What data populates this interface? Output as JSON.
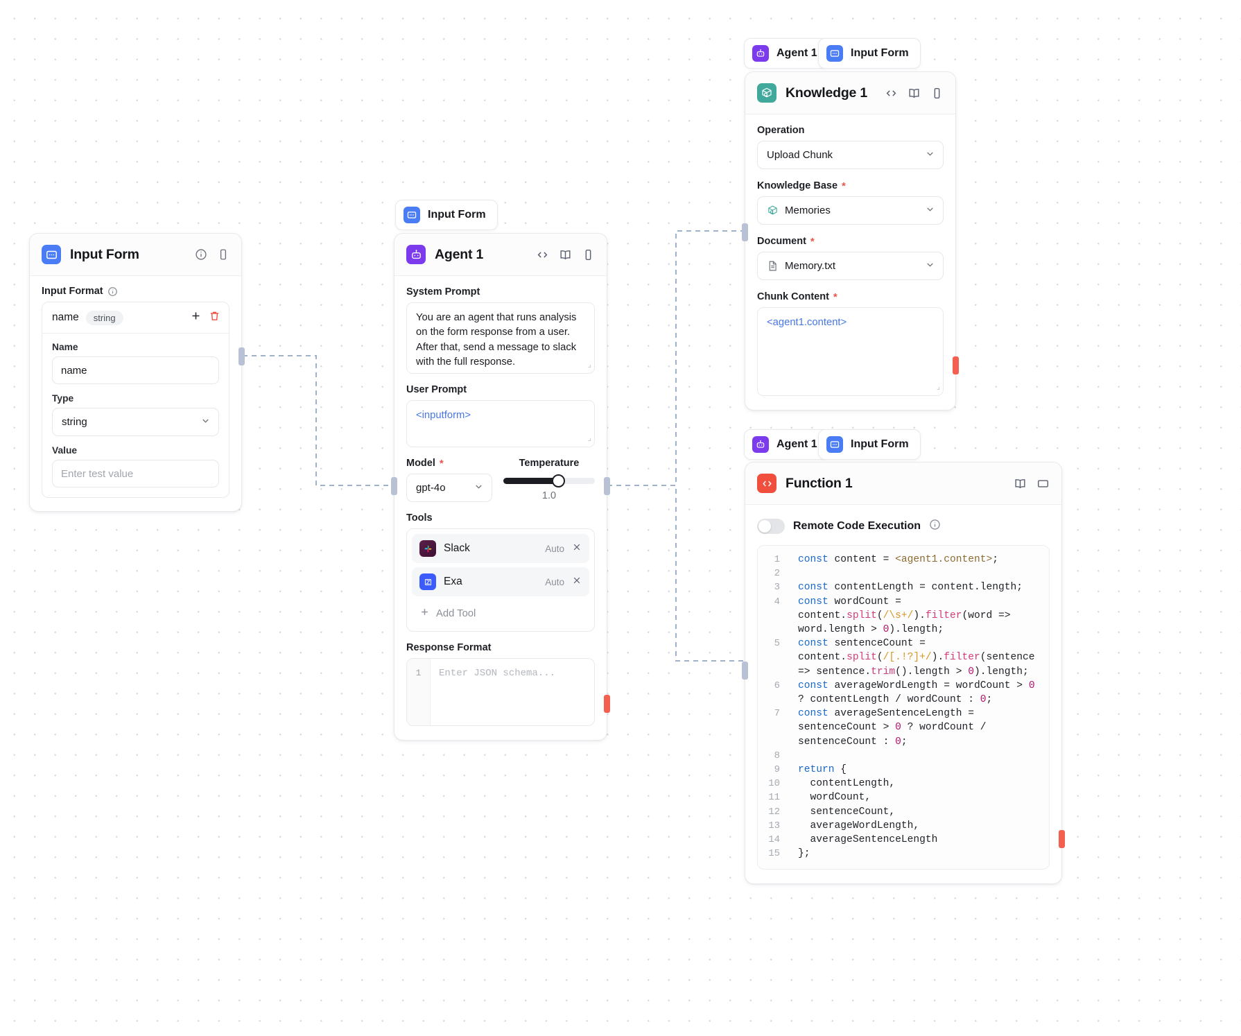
{
  "canvas": {
    "background": "#ffffff",
    "dot_color": "#d6d8dd"
  },
  "colors": {
    "input_form": "#4a7cf6",
    "agent": "#7c3aed",
    "knowledge": "#41a99b",
    "function": "#f04f3e",
    "required_star": "#e8574a",
    "template_token": "#4776e6",
    "handle": "#b8c2d4",
    "handle_output": "#f4604f"
  },
  "nodes": {
    "input_form": {
      "title": "Input Form",
      "icon": "input-form-icon",
      "header_icons": [
        "info-icon",
        "mobile-icon"
      ],
      "section_label": "Input Format",
      "section_info_icon": "info-icon",
      "schema_row": {
        "name": "name",
        "type_pill": "string",
        "add_icon": "plus-icon",
        "delete_icon": "trash-icon"
      },
      "fields": {
        "name_label": "Name",
        "name_value": "name",
        "type_label": "Type",
        "type_value": "string",
        "value_label": "Value",
        "value_placeholder": "Enter test value"
      }
    },
    "agent": {
      "badge_label": "Input Form",
      "badge_icon": "input-form-icon",
      "title": "Agent 1",
      "icon": "agent-icon",
      "header_icons": [
        "code-icon",
        "book-icon",
        "mobile-icon"
      ],
      "system_prompt_label": "System Prompt",
      "system_prompt_value": "You are an agent that runs analysis on the form response from a user. After that, send a message to slack with the full response.",
      "user_prompt_label": "User Prompt",
      "user_prompt_value": "<inputform>",
      "model_label": "Model",
      "model_required": "*",
      "model_value": "gpt-4o",
      "temperature_label": "Temperature",
      "temperature_value": "1.0",
      "temperature_percent": 60,
      "tools_label": "Tools",
      "tools": [
        {
          "name": "Slack",
          "mode": "Auto",
          "icon": "slack-icon",
          "remove_icon": "close-icon"
        },
        {
          "name": "Exa",
          "mode": "Auto",
          "icon": "exa-icon",
          "remove_icon": "close-icon"
        }
      ],
      "add_tool_label": "Add Tool",
      "add_tool_icon": "plus-icon",
      "response_format_label": "Response Format",
      "response_format_gutter": "1",
      "response_format_placeholder": "Enter JSON schema..."
    },
    "knowledge": {
      "badges": [
        {
          "label": "Agent 1",
          "icon": "agent-icon"
        },
        {
          "label": "Input Form",
          "icon": "input-form-icon"
        }
      ],
      "title": "Knowledge 1",
      "icon": "knowledge-icon",
      "header_icons": [
        "code-icon",
        "book-icon",
        "mobile-icon"
      ],
      "operation_label": "Operation",
      "operation_value": "Upload Chunk",
      "kb_label": "Knowledge Base",
      "kb_required": "*",
      "kb_value": "Memories",
      "kb_icon": "knowledge-icon",
      "document_label": "Document",
      "document_required": "*",
      "document_value": "Memory.txt",
      "document_icon": "file-icon",
      "chunk_label": "Chunk Content",
      "chunk_required": "*",
      "chunk_value": "<agent1.content>"
    },
    "function": {
      "badges": [
        {
          "label": "Agent 1",
          "icon": "agent-icon"
        },
        {
          "label": "Input Form",
          "icon": "input-form-icon"
        }
      ],
      "title": "Function 1",
      "icon": "function-icon",
      "header_icons": [
        "book-icon",
        "expand-icon"
      ],
      "toggle_label": "Remote Code Execution",
      "toggle_info_icon": "info-icon",
      "toggle_on": false,
      "code_lines": [
        {
          "n": "1",
          "text": "const content = <agent1.content>;"
        },
        {
          "n": "2",
          "text": ""
        },
        {
          "n": "3",
          "text": "const contentLength = content.length;"
        },
        {
          "n": "4",
          "text": "const wordCount = content.split(/\\s+/).filter(word => word.length > 0).length;"
        },
        {
          "n": "5",
          "text": "const sentenceCount = content.split(/[.!?]+/).filter(sentence => sentence.trim().length > 0).length;"
        },
        {
          "n": "6",
          "text": "const averageWordLength = wordCount > 0 ? contentLength / wordCount : 0;"
        },
        {
          "n": "7",
          "text": "const averageSentenceLength = sentenceCount > 0 ? wordCount / sentenceCount : 0;"
        },
        {
          "n": "8",
          "text": ""
        },
        {
          "n": "9",
          "text": "return {"
        },
        {
          "n": "10",
          "text": "  contentLength,"
        },
        {
          "n": "11",
          "text": "  wordCount,"
        },
        {
          "n": "12",
          "text": "  sentenceCount,"
        },
        {
          "n": "13",
          "text": "  averageWordLength,"
        },
        {
          "n": "14",
          "text": "  averageSentenceLength"
        },
        {
          "n": "15",
          "text": "};"
        }
      ]
    }
  }
}
